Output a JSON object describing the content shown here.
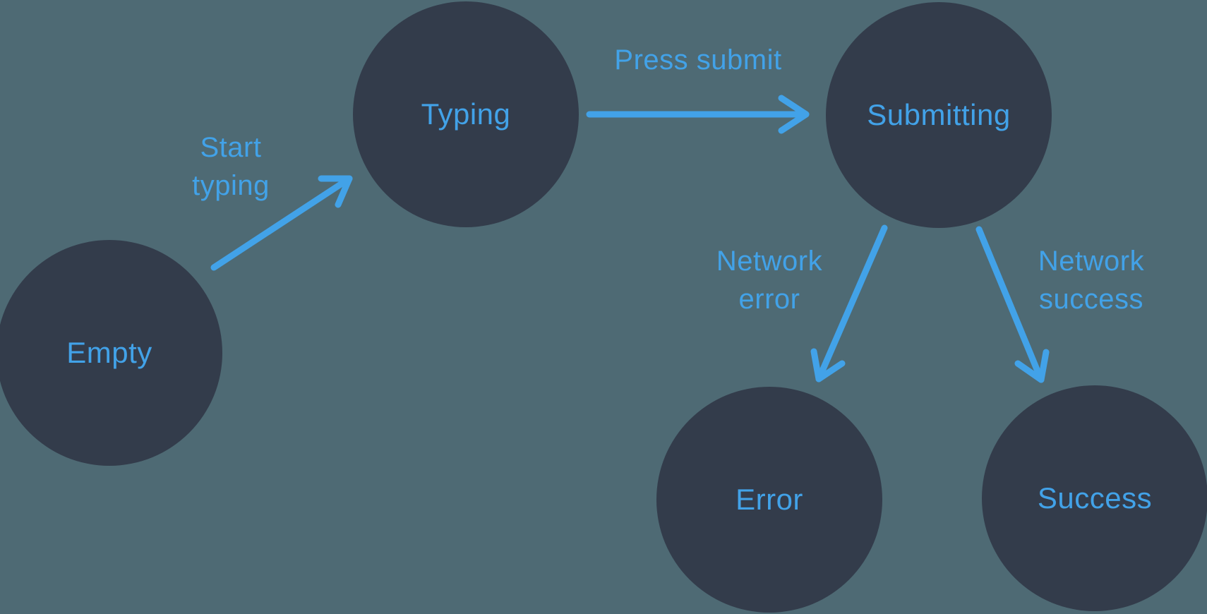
{
  "diagram": {
    "type": "state-machine",
    "colors": {
      "background": "#4E6A74",
      "node_fill": "#333C4B",
      "accent": "#42A2E8"
    },
    "nodes": [
      {
        "id": "empty",
        "label": "Empty"
      },
      {
        "id": "typing",
        "label": "Typing"
      },
      {
        "id": "submitting",
        "label": "Submitting"
      },
      {
        "id": "error",
        "label": "Error"
      },
      {
        "id": "success",
        "label": "Success"
      }
    ],
    "edges": [
      {
        "from": "empty",
        "to": "typing",
        "label": "Start typing"
      },
      {
        "from": "typing",
        "to": "submitting",
        "label": "Press submit"
      },
      {
        "from": "submitting",
        "to": "error",
        "label": "Network error"
      },
      {
        "from": "submitting",
        "to": "success",
        "label": "Network success"
      }
    ]
  }
}
